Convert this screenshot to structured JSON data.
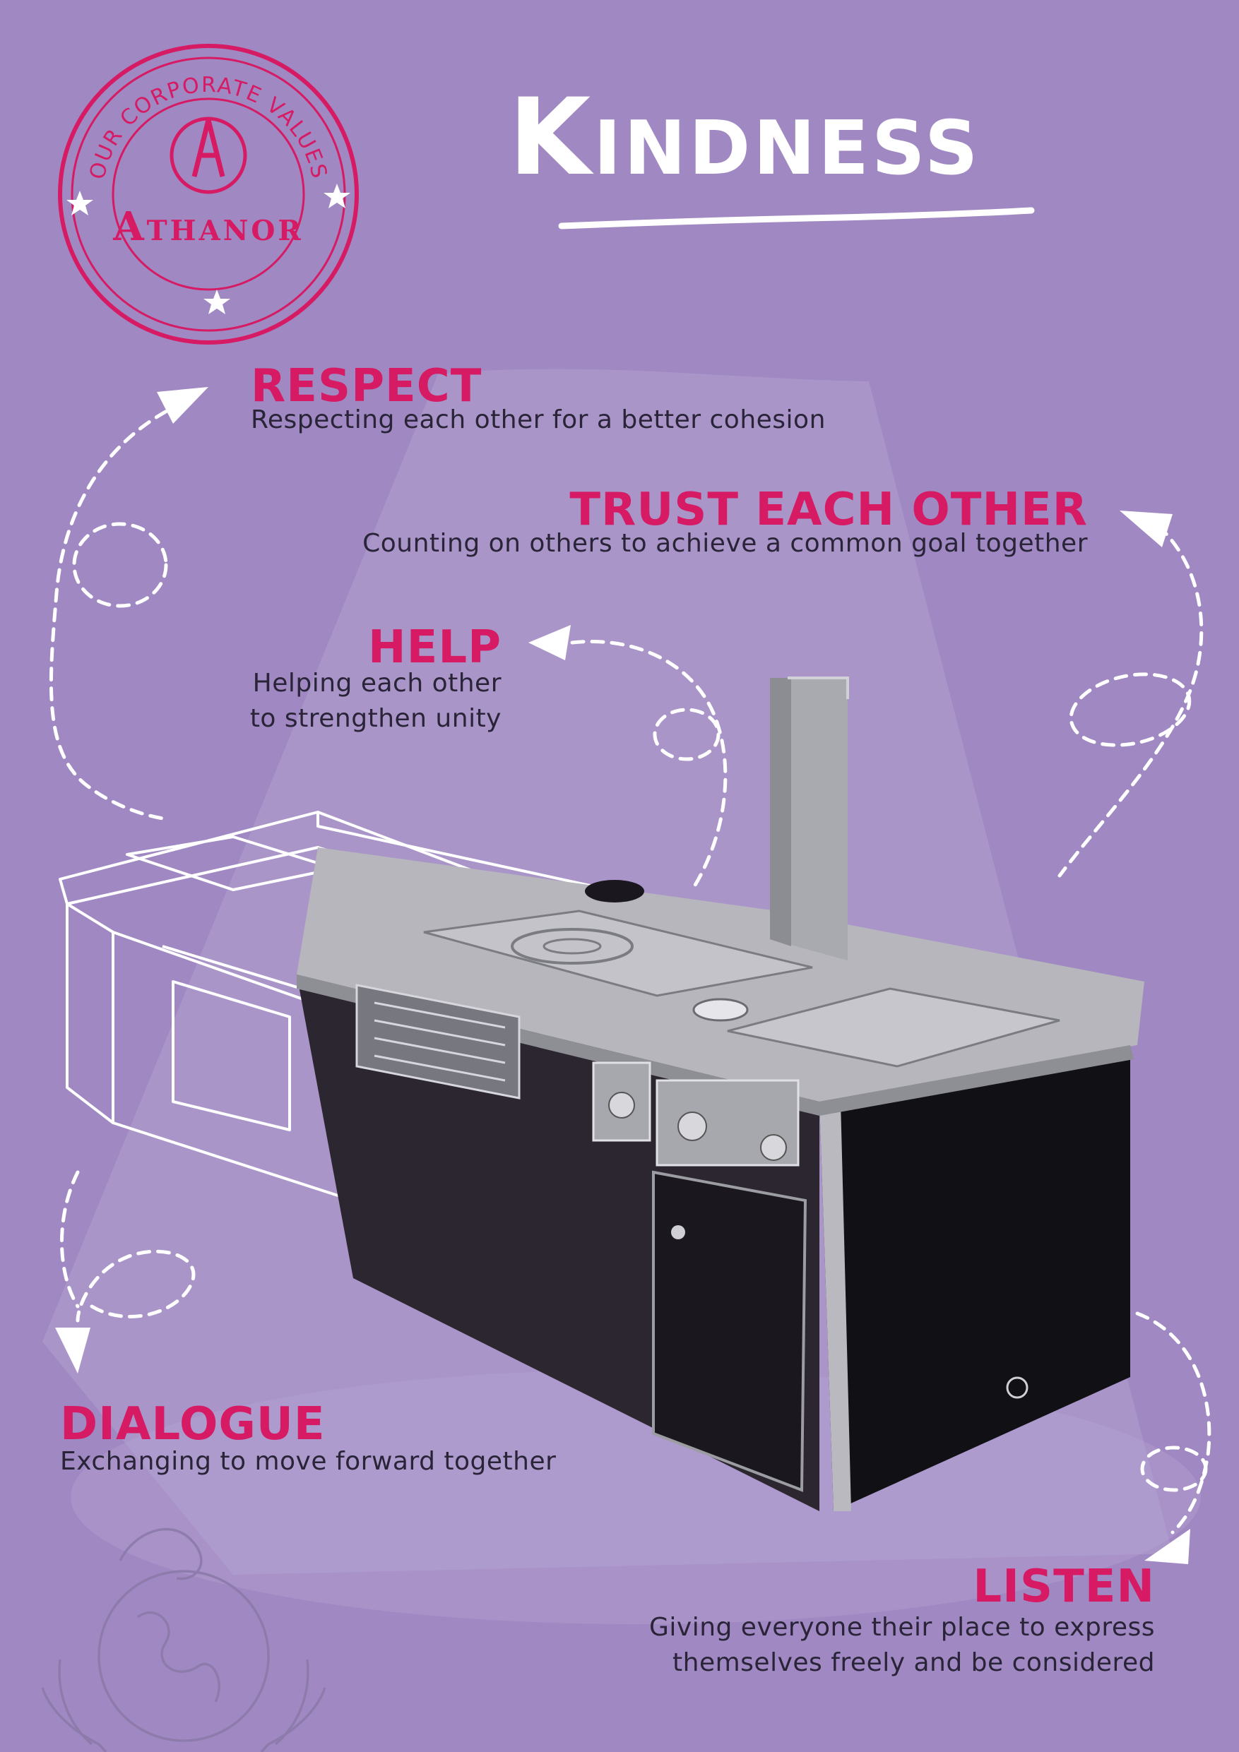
{
  "stamp": {
    "top_text": "OUR CORPORATE VALUES",
    "brand": "Athanor"
  },
  "title": "Kindness",
  "values": [
    {
      "title": "RESPECT",
      "desc": [
        "Respecting each other for a better cohesion"
      ]
    },
    {
      "title": "TRUST EACH OTHER",
      "desc": [
        "Counting on others to achieve a common goal together"
      ]
    },
    {
      "title": "HELP",
      "desc": [
        "Helping each other",
        "to strengthen unity"
      ]
    },
    {
      "title": "DIALOGUE",
      "desc": [
        "Exchanging to move forward together"
      ]
    },
    {
      "title": "LISTEN",
      "desc": [
        "Giving everyone their place to express",
        "themselves freely and be considered"
      ]
    }
  ],
  "colors": {
    "background": "#a088c2",
    "accent": "#d61a63",
    "text": "#2a2438",
    "white": "#ffffff"
  },
  "icons": [
    "stamp-logo-icon",
    "star-icon",
    "arrow-icon",
    "globe-hands-icon"
  ]
}
